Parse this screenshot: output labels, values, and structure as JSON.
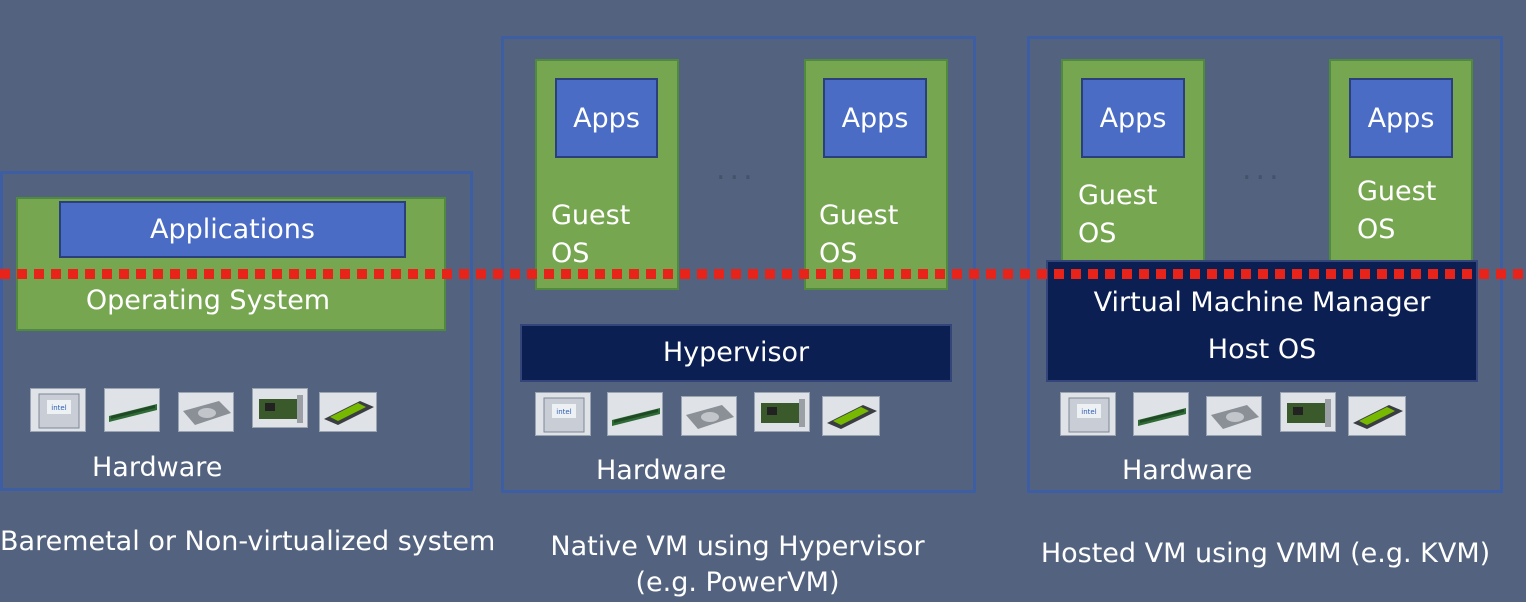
{
  "panels": [
    {
      "layers": {
        "apps": "Applications",
        "os": "Operating System"
      },
      "hardware_label": "Hardware",
      "caption": "Baremetal or Non-virtualized system"
    },
    {
      "vms": [
        {
          "apps": "Apps",
          "guest": "Guest\nOS"
        },
        {
          "apps": "Apps",
          "guest": "Guest\nOS"
        }
      ],
      "ellipsis": "...",
      "layers": {
        "hypervisor": "Hypervisor"
      },
      "hardware_label": "Hardware",
      "caption_line1": "Native VM using Hypervisor",
      "caption_line2": "(e.g. PowerVM)"
    },
    {
      "vms": [
        {
          "apps": "Apps",
          "guest": "Guest\nOS"
        },
        {
          "apps": "Apps",
          "guest": "Guest\nOS"
        }
      ],
      "ellipsis": "...",
      "layers": {
        "vmm": "Virtual Machine Manager",
        "host_os": "Host OS"
      },
      "hardware_label": "Hardware",
      "caption": "Hosted VM using VMM (e.g. KVM)"
    }
  ],
  "hardware_icons": [
    "cpu-icon",
    "memory-icon",
    "disk-icon",
    "network-card-icon",
    "gpu-icon"
  ],
  "colors": {
    "background": "#53637f",
    "frame": "#3d5ea3",
    "green": "#77a651",
    "apps_blue": "#4a6cc5",
    "navy": "#0c1f52",
    "boundary": "#e8231a"
  }
}
